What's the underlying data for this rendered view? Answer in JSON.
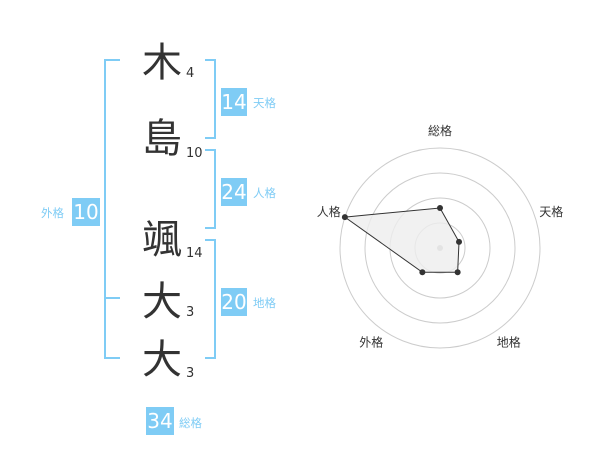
{
  "name": {
    "chars": [
      {
        "char": "木",
        "strokes": "4"
      },
      {
        "char": "島",
        "strokes": "10"
      },
      {
        "char": "颯",
        "strokes": "14"
      },
      {
        "char": "大",
        "strokes": "3"
      },
      {
        "char": "大",
        "strokes": "3"
      }
    ]
  },
  "kakusu": {
    "ten": {
      "value": "14",
      "label": "天格"
    },
    "jin": {
      "value": "24",
      "label": "人格"
    },
    "chi": {
      "value": "20",
      "label": "地格"
    },
    "gai": {
      "value": "10",
      "label": "外格"
    },
    "total": {
      "value": "34",
      "label": "総格"
    }
  },
  "chart_data": {
    "type": "radar",
    "axes": [
      "総格",
      "天格",
      "地格",
      "外格",
      "人格"
    ],
    "range": [
      0,
      5
    ],
    "rings": 4,
    "values": [
      2,
      1,
      1.5,
      1.5,
      5
    ],
    "colors": {
      "line": "#333333",
      "fill": "#eeeeee",
      "grid": "#cccccc",
      "center": "#bbbbbb"
    }
  },
  "colors": {
    "accent": "#7fccf5",
    "text": "#333333"
  }
}
